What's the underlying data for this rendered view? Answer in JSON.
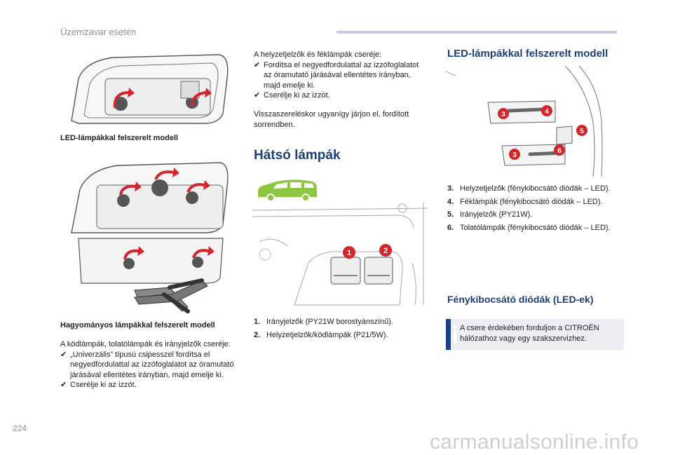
{
  "header": {
    "title": "Üzemzavar esetén"
  },
  "page_number": "224",
  "watermark": "carmanualsonline.info",
  "left": {
    "caption_led": "LED-lámpákkal felszerelt modell",
    "caption_conventional": "Hagyományos lámpákkal felszerelt modell",
    "intro": "A ködlámpák, tolatólámpák és irányjelzők cseréje:",
    "bullets": [
      "„Univerzális” típusú csipesszel fordítsa el negyedfordulattal az izzófoglalatot az óramutató járásával ellentétes irányban, majd emelje ki.",
      "Cserélje ki az izzót."
    ]
  },
  "middle": {
    "intro": "A helyzetjelzők és féklámpák cseréje:",
    "bullets": [
      "Fordítsa el negyedfordulattal az izzófoglalatot az óramutató járásával ellentétes irányban, majd emelje ki.",
      "Cserélje ki az izzót."
    ],
    "reassembly": "Visszaszereléskor ugyanígy járjon el, fordított sorrendben.",
    "section_title": "Hátsó lámpák",
    "list": [
      {
        "num": "1.",
        "text": "Irányjelzők (PY21W borostyánszínű)."
      },
      {
        "num": "2.",
        "text": "Helyzetjelzők/ködlámpák (P21/5W)."
      }
    ],
    "diagram_badges": [
      "1",
      "2"
    ]
  },
  "right": {
    "title": "LED-lámpákkal felszerelt modell",
    "list": [
      {
        "num": "3.",
        "text": "Helyzetjelzők (fénykibocsátó diódák – LED)."
      },
      {
        "num": "4.",
        "text": "Féklámpák (fénykibocsátó diódák – LED)."
      },
      {
        "num": "5.",
        "text": "Irányjelzők (PY21W)."
      },
      {
        "num": "6.",
        "text": "Tolatólámpák (fénykibocsátó diódák – LED)."
      }
    ],
    "diagram_badges": [
      "3",
      "4",
      "5",
      "3",
      "6"
    ],
    "section_title": "Fénykibocsátó diódák (LED-ek)",
    "info_icon": "info-icon",
    "info_text": "A csere érdekében forduljon a CITROËN hálózathoz vagy egy szakszervizhez."
  },
  "colors": {
    "accent_blue": "#1d3f7a",
    "badge_red": "#d3252c",
    "car_green": "#8dc63f",
    "arrow_red": "#d3252c"
  }
}
